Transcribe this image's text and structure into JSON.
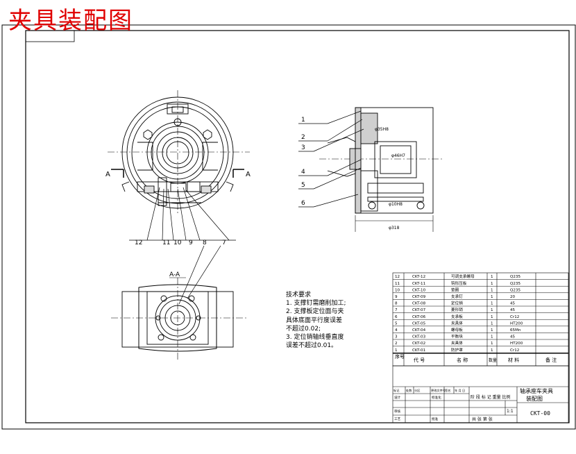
{
  "title": "夹具装配图",
  "section_label": "A-A",
  "section_marks": [
    "A",
    "A"
  ],
  "callouts_left": [
    "12",
    "11",
    "10",
    "9",
    "8",
    "7"
  ],
  "callouts_right": [
    "1",
    "2",
    "3",
    "4",
    "5",
    "6"
  ],
  "dimension_labels": {
    "top": "φ35H8",
    "mid": "φ46H7",
    "bottom": "φ10H8",
    "overall": "φ318"
  },
  "tech_requirements": {
    "heading": "技术要求",
    "lines": [
      "1. 支撑钉需磨削加工;",
      "2. 支撑板定位面与夹",
      "具体底面平行度误差",
      "不超过0.02;",
      "3. 定位销轴线垂直度",
      "误差不超过0.01。"
    ]
  },
  "parts_table": {
    "rows": [
      {
        "no": "12",
        "code": "CKT-12",
        "name": "可调支承螺母",
        "qty": "1",
        "material": "Q235"
      },
      {
        "no": "11",
        "code": "CKT-11",
        "name": "钩形压板",
        "qty": "1",
        "material": "Q235"
      },
      {
        "no": "10",
        "code": "CKT-10",
        "name": "垫圈",
        "qty": "1",
        "material": "Q235"
      },
      {
        "no": "9",
        "code": "CKT-09",
        "name": "支承钉",
        "qty": "1",
        "material": "20"
      },
      {
        "no": "8",
        "code": "CKT-08",
        "name": "定位销",
        "qty": "1",
        "material": "45"
      },
      {
        "no": "7",
        "code": "CKT-07",
        "name": "菱形销",
        "qty": "1",
        "material": "45"
      },
      {
        "no": "6",
        "code": "CKT-06",
        "name": "支承板",
        "qty": "1",
        "material": "Cr12"
      },
      {
        "no": "5",
        "code": "CKT-05",
        "name": "夹具体",
        "qty": "1",
        "material": "HT200"
      },
      {
        "no": "4",
        "code": "CKT-04",
        "name": "螺母板",
        "qty": "1",
        "material": "65Mn"
      },
      {
        "no": "3",
        "code": "CKT-03",
        "name": "平衡块",
        "qty": "1",
        "material": "45"
      },
      {
        "no": "2",
        "code": "CKT-02",
        "name": "夹具体",
        "qty": "1",
        "material": "HT200"
      },
      {
        "no": "1",
        "code": "CKT-01",
        "name": "防护罩",
        "qty": "1",
        "material": "Cr12"
      }
    ],
    "header": {
      "no": "序号",
      "code": "代 号",
      "name": "名 称",
      "qty": "数量",
      "material": "材 料",
      "remark": "备 注"
    }
  },
  "title_block": {
    "drawing_name_1": "轴承座车夹具",
    "drawing_name_2": "装配图",
    "drawing_code": "CKT-00",
    "scale": "1:1",
    "stage_row": "阶 段 标 记  重量  比例",
    "sheet_row": "共   张   第   张",
    "rev_header": [
      "标记",
      "处数",
      "分区",
      "更改文件号",
      "签名",
      "年 月 日"
    ],
    "sign_labels": [
      "设计",
      "标准化",
      "审核",
      "工艺",
      "批准"
    ]
  },
  "colors": {
    "title": "#e00000",
    "line": "#000000",
    "background": "#ffffff"
  }
}
